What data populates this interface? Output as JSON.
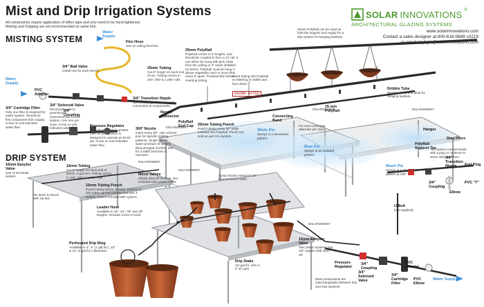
{
  "header": {
    "title": "Mist and Drip Irrigation Systems",
    "intro_lines": [
      "All components require application of teflon tape and only need to be hand-tightened.",
      "Misting and Dripping are not recommended on same line."
    ]
  },
  "sections": {
    "misting": "MISTING SYSTEM",
    "drip": "DRIP SYSTEM"
  },
  "logo": {
    "solar": "SOLAR",
    "innovations": "INNOVATIONS",
    "mark": "®",
    "sub": "ARCHITECTURAL GLAZING SYSTEMS"
  },
  "contact": {
    "website": "www.solarinnovations.com",
    "phone_line": "Contact a sales designer at 800-618-0669 x3219",
    "email_line": "or email skylight@solarinnovations.com"
  },
  "stamp": {
    "code": "DRAMM 04756"
  },
  "labels": {
    "flex_hose": {
      "title": "Flex Hose",
      "desc": "Use on rolling benches."
    },
    "water_supply_top": {
      "title": "Water Supply"
    },
    "ball_valve": {
      "title": "3/4\" Ball Valve",
      "desc": "Install one for each bench."
    },
    "tubing_25": {
      "title": "25mm Tubing",
      "desc": "Cut 8\" longer on each end of run. Tubing comes in 100', 500' & 1,000' rolls."
    },
    "transition_nipple": {
      "title": "3/4\" Transition Nipple",
      "desc": "Self-threading. Allows for 3/4\" connection to components."
    },
    "polyrail": {
      "title": "25mm PolyRail",
      "desc": "PolyRail comes in 6' lengths, and should be coupled to form a 12' rail. It can either be hung with jack chain from the ceiling or 2\" risers installed on bench. PolyRail must be hung 2' above vegetation and no more than every 6' apart. Preassemble before inserting tubing."
    },
    "insert_tubing": {
      "title": "",
      "desc": "Insert tubing into PolyRail so lettering is visible and face down."
    },
    "polyrail_hanging": {
      "title": "",
      "desc": "25mm PolyRail can be used as both the support and supply for a drip system for hanging baskets."
    },
    "dribble_tube": {
      "title": "Dribble Tube",
      "desc": "Weighted drip-end ideal for hanging baskets."
    },
    "water_supply_left": {
      "title": "Water Supply"
    },
    "pvc_adapter": {
      "title": "PVC Adapter"
    },
    "coupling": {
      "title": "3/4\" Coupling"
    },
    "cartridge_filter": {
      "title": "3/4\" Cartridge Filter",
      "desc": "Only one filter is required for entire system. Should be first component from supply. Arrow on unit indicates water flow."
    },
    "solenoid": {
      "title": "3/4\" Solenoid Valve",
      "desc": "Electrically wire to greenhouse environmental control system. Use one per zone. Arrow on unit indicates water flow."
    },
    "pressure_reg": {
      "title": "Pressure Regulator",
      "desc": "Use when supply is greater than 80 psi. System is designed to operate at 40-60 psi. Arrow on unit indicates water flow."
    },
    "nozzle": {
      "title": "360° Nozzle",
      "desc": "Insert every 30\". Use colored pins for specific misting patterns. Single nozzle, water pressure of system. Blue pronged nozzles: use for 3 width benches or narrower."
    },
    "tubing_punch_25": {
      "title": "25mm Tubing Punch",
      "desc": "Punch tubing every 30\" while inserted into PolyRail. Punch not sold as part of a system."
    },
    "connecting_band": {
      "title": "Connecting Band"
    },
    "polyrail_endcap": {
      "title": "PolyRail End Cap"
    },
    "wire_hanger": {
      "title": "Nozzle Connector"
    },
    "twenty_five_mm": {
      "title": "25 mm PolyRail"
    },
    "white_pin": {
      "title": "White Pin",
      "desc": "Sprays in a downward pattern."
    },
    "blue_pin": {
      "title": "Blue Pin",
      "desc": "Sprays in an outward pattern."
    },
    "black_pin": {
      "title": "Black Pin",
      "desc": "Sprays in a downward pattern at 180°."
    },
    "even_coverage": {
      "desc": "For even coverage, alternate pin colors."
    },
    "spray_extend": {
      "desc": "Spray should extend 6\"-10\" beyond bench width."
    },
    "hanger": {
      "title": "Hanger"
    },
    "step_piece": {
      "title": "Step Piece"
    },
    "polyrail_support": {
      "title": "PolyRail Support Tee"
    },
    "terminate": {
      "desc": "The system can terminate with a plug or continue to serve other benches."
    },
    "end_plug": {
      "title": "End Plug"
    },
    "u_bolt": {
      "title": "U Bolt",
      "desc": "(not supplied)"
    },
    "elbow": {
      "title": "Elbow"
    },
    "pvc_t": {
      "title": "PVC \"T\""
    },
    "coupling_r": {
      "title": "3/4\" Coupling"
    },
    "transition_nipple_r": {
      "title": "3/4\" Transition Nipple"
    },
    "tubing_16": {
      "title": "16mm Tubing",
      "desc": "Cut 8\" longer on each end of bench. 3 gal mm. Tubing comes in 100', 500' & 1,000' rolls."
    },
    "easyloc_left": {
      "title": "16mm Easyloc Valve",
      "desc": "Use to terminate system."
    },
    "tie_down": {
      "desc": "Tie down to bench with zip ties."
    },
    "micro_valves": {
      "title": "Micro Valves",
      "desc": "Allows shut-off on hose. Not included with Leader Hose."
    },
    "tubing_punch_16": {
      "title": "16mm Tubing Punch",
      "desc": "Punch tubing where needed. Dozens of drip tubes can be inserted into one 4' system. Punch included with system."
    },
    "leader_hose": {
      "title": "Leader Hose",
      "desc": "Available in 18\", 24\", 36\" and 48\" lengths. Includes micro-in knob."
    },
    "perforated_drip": {
      "title": "Perforated Drip Ring",
      "desc": "Available in 4\", 6\" (1 gal./hr.), 10\" & 13\" (2 gal./hr.) diameters."
    },
    "drip_stake": {
      "title": "Drip Stake",
      "desc": "1/2 gal./hr. Use in 4\"-8\" pots."
    },
    "easyloc_bottom": {
      "title": "16mm Easyloc Valve",
      "desc": "Ties 16mm systems into 3/4\" system with shut-off."
    },
    "pressure_reg_b": {
      "title": "Pressure Regulator"
    },
    "solenoid_b": {
      "title": "3/4\" Solenoid Valve"
    },
    "coupling_b": {
      "title": "3/4\" Coupling"
    },
    "cartridge_b": {
      "title": "3/4\" Cartridge Filter"
    },
    "pvc_adapter_b": {
      "title": "PVC Adapter"
    },
    "pvc_elbow_b": {
      "title": "PVC Elbow"
    },
    "water_supply_b": {
      "title": "Water Supply"
    },
    "interchangeable": {
      "desc": "Most components are interchangeable between drip and mist systems."
    }
  },
  "enlargement": [
    "ENLARGEMENT",
    "ENLARGEMENT",
    "ENLARGEMENT",
    "ENLARGEMENT",
    "ENLARGEMENT",
    "ENLARGEMENT"
  ],
  "colors": {
    "brand_green": "#4a9a2e",
    "pipe_black": "#2a2a2a",
    "bench_grey": "#c9cbce",
    "pot_terracotta": "#b8592e",
    "water_blue": "#3a8fd6",
    "flex_hose": "#e6b82e",
    "valve_red": "#d0302c"
  }
}
